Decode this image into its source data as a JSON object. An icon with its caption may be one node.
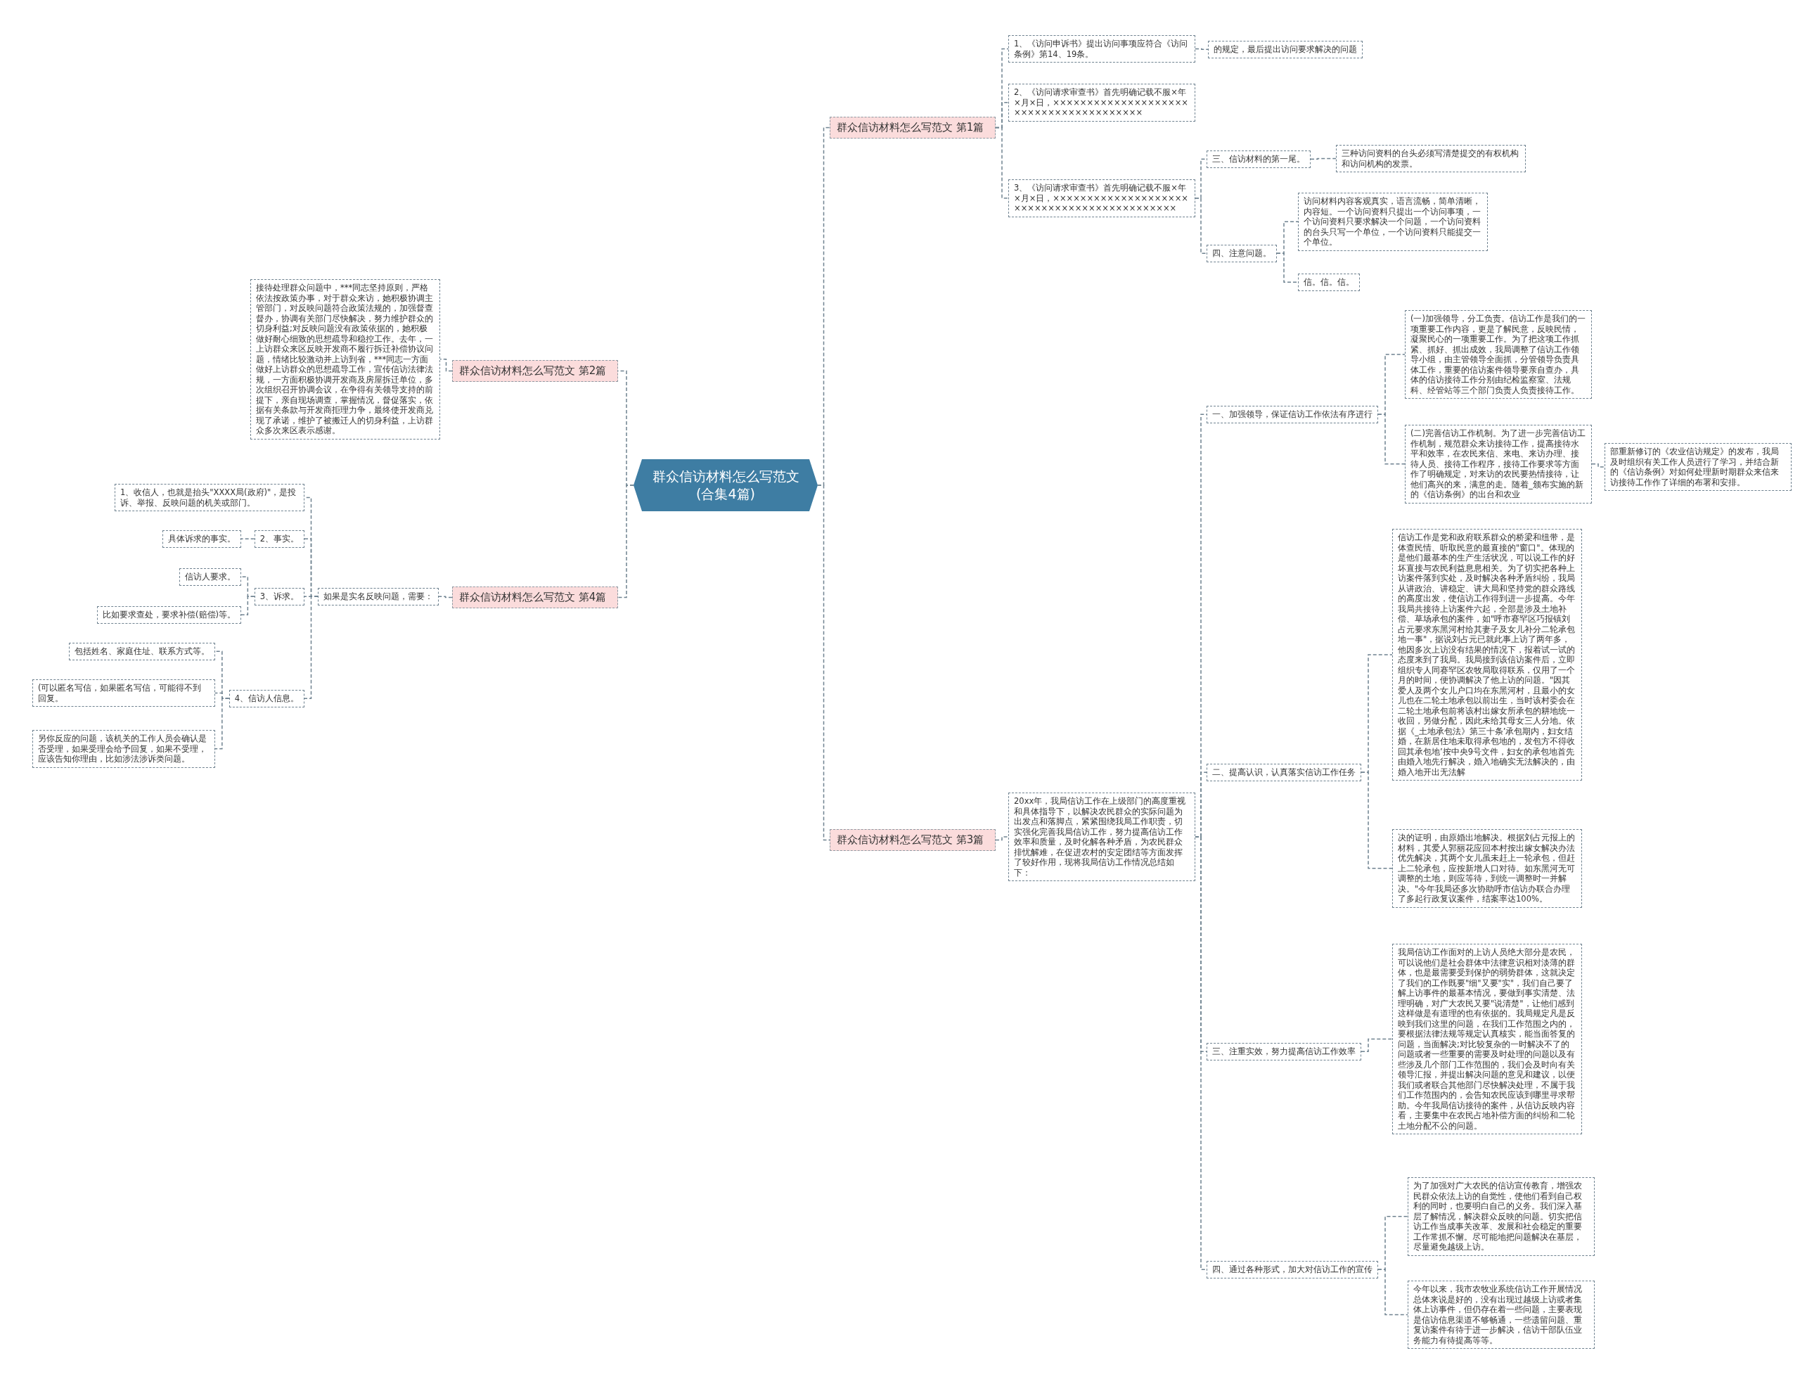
{
  "diagram": {
    "nodes": [
      {
        "text": [
          "群众信访材料怎么写范文(合集4篇)"
        ]
      },
      {
        "text": [
          "群众信访材料怎么写范文 第1篇"
        ]
      },
      {
        "text": [
          "1、《访问申诉书》提出访问事项应符合《访问条例》第14、19条。"
        ]
      },
      {
        "text": [
          "的规定，最后提出访问要求解决的问题"
        ]
      },
      {
        "text": [
          "2、《访问请求审查书》首先明确记载不服×年×月×日，×××××××××××××××××××××××××××××××××××××××"
        ]
      },
      {
        "text": [
          "3、《访问请求审查书》首先明确记载不服×年×月×日，××××××××××××××××××××××××××××××××××××××××××××"
        ]
      },
      {
        "text": [
          "三、信访材料的第一尾。"
        ]
      },
      {
        "text": [
          "三种访问资料的台头必须写清楚提交的有权机构和访问机构的发票。"
        ]
      },
      {
        "text": [
          "四、注意问题。"
        ]
      },
      {
        "text": [
          "访问材料内容客观真实，语言流畅，简单清晰，内容短。一个访问资料只提出一个访问事项，一个访问资料只要求解决一个问题，一个访问资料的台头只写一个单位，一个访问资料只能提交一个单位。"
        ]
      },
      {
        "text": [
          "信。信。信。"
        ]
      },
      {
        "text": [
          "群众信访材料怎么写范文 第2篇"
        ]
      },
      {
        "text": [
          "接待处理群众问题中，***同志坚持原则，严格依法按政策办事，对于群众来访，她积极协调主管部门，对反映问题符合政策法规的，加强督查督办，协调有关部门尽快解决，努力维护群众的切身利益;对反映问题没有政策依据的，她积极做好耐心细致的思想疏导和稳控工作。去年，一上访群众来区反映开发商不履行拆迁补偿协议问题，情绪比较激动并上访到省，***同志一方面做好上访群众的思想疏导工作，宣传信访法律法规，一方面积极协调开发商及房屋拆迁单位，多次组织召开协调会议，在争得有关领导支持的前提下，亲自现场调查，掌握情况，督促落实，依据有关条款与开发商拒理力争，最终使开发商兑现了承诺，维护了被搬迁人的切身利益，上访群众多次来区表示感谢。"
        ]
      },
      {
        "text": [
          "群众信访材料怎么写范文 第4篇"
        ]
      },
      {
        "text": [
          "如果是实名反映问题，需要："
        ]
      },
      {
        "text": [
          "1、收信人，也就是抬头\"XXXX局(政府)\"，是投诉、举报、反映问题的机关或部门。"
        ]
      },
      {
        "text": [
          "2、事实。"
        ]
      },
      {
        "text": [
          "具体诉求的事实。"
        ]
      },
      {
        "text": [
          "3、诉求。"
        ]
      },
      {
        "text": [
          "信访人要求。"
        ]
      },
      {
        "text": [
          "比如要求查处，要求补偿(赔偿)等。"
        ]
      },
      {
        "text": [
          "4、信访人信息。"
        ]
      },
      {
        "text": [
          "包括姓名、家庭住址、联系方式等。"
        ]
      },
      {
        "text": [
          "(可以匿名写信，如果匿名写信，可能得不到回复。"
        ]
      },
      {
        "text": [
          "另你反应的问题，该机关的工作人员会确认是否受理，如果受理会给予回复，如果不受理，应该告知你理由，比如涉法涉诉类问题。"
        ]
      },
      {
        "text": [
          "群众信访材料怎么写范文 第3篇"
        ]
      },
      {
        "text": [
          "20xx年，我局信访工作在上级部门的高度重视和具体指导下，以解决农民群众的实际问题为出发点和落脚点，紧紧围绕我局工作职责，切实强化完善我局信访工作，努力提高信访工作效率和质量，及时化解各种矛盾，为农民群众排忧解难，在促进农村的安定团结等方面发挥了较好作用，现将我局信访工作情况总结如下："
        ]
      },
      {
        "text": [
          "一、加强领导，保证信访工作依法有序进行"
        ]
      },
      {
        "text": [
          "(一)加强领导，分工负责。信访工作是我们的一项重要工作内容，更是了解民意，反映民情，凝聚民心的一项重要工作。为了把这项工作抓紧、抓好、抓出成效，我局调整了信访工作领导小组，由主管领导全面抓，分管领导负责具体工作，重要的信访案件领导要亲自查办，具体的信访接待工作分别由纪检监察室、法规科、经管站等三个部门负责人负责接待工作。"
        ]
      },
      {
        "text": [
          "(二)完善信访工作机制。为了进一步完善信访工作机制，规范群众来访接待工作，提高接待水平和效率，在农民来信、来电、来访办理、接待人员、接待工作程序，接待工作要求等方面作了明确规定，对来访的农民要热情接待，让他们高兴的来，满意的走。随着_颁布实施的新的《信访条例》的出台和农业"
        ]
      },
      {
        "text": [
          "部重新修订的《农业信访规定》的发布，我局及时组织有关工作人员进行了学习，并结合新的《信访条例》对如何处理新时期群众来信来访接待工作作了详细的布署和安排。"
        ]
      },
      {
        "text": [
          "二、提高认识，认真落实信访工作任务"
        ]
      },
      {
        "text": [
          "信访工作是党和政府联系群众的桥梁和纽带，是体查民情、听取民意的最直接的\"窗口\"。体现的是他们最基本的生产生活状况，可以说工作的好坏直接与农民利益息息相关。为了切实把各种上访案件落到实处，及时解决各种矛盾纠纷，我局从讲政治、讲稳定、讲大局和坚持党的群众路线的高度出发，使信访工作得到进一步提高。今年我局共接待上访案件六起，全部是涉及土地补偿、草场承包的案件，如\"呼市赛罕区巧报镇刘占元要求东黑河村给其妻子及女儿补分二轮承包地一事\"，据说刘占元已就此事上访了两年多，他因多次上访没有结果的情况下，报着试一试的态度来到了我局。我局接到该信访案件后，立即组织专人同赛罕区农牧局取得联系，仅用了一个月的时间，便协调解决了他上访的问题。\"因其爱人及两个女儿户口均在东黑河村，且最小的女儿也在二轮土地承包以前出生，当时该村委会在二轮土地承包前将该村出嫁女所承包的耕地统一收回，另做分配，因此未给其母女三人分地。依据《_土地承包法》第三十条’承包期内，妇女结婚，在新居住地未取得承包地的，发包方不得收回其承包地’按中央9号文件，妇女的承包地首先由婚入地先行解决，婚入地确实无法解决的，由婚入地开出无法解"
        ]
      },
      {
        "text": [
          "决的证明，由原婚出地解决。根据刘占元报上的材料，其爱人郭丽花应回本村按出嫁女解决办法优先解决，其两个女儿虽未赶上一轮承包，但赶上二轮承包，应按新增人口对待。如东黑河无可调整的土地，则应等待，到统一调整时一并解决。\"今年我局还多次协助呼市信访办联合办理了多起行政复议案件，结案率达100%。"
        ]
      },
      {
        "text": [
          "三、注重实效，努力提高信访工作效率"
        ]
      },
      {
        "text": [
          "我局信访工作面对的上访人员绝大部分是农民，可以说他们是社会群体中法律意识相对淡薄的群体，也是最需要受到保护的弱势群体，这就决定了我们的工作既要\"细\"又要\"实\"，我们自己要了解上访事件的最基本情况，要做到事实清楚、法理明确，对广大农民又要\"说清楚\"，让他们感到这样做是有道理的也有依据的。我局规定凡是反映到我们这里的问题，在我们工作范围之内的，要根据法律法规等规定认真核实，能当面答复的问题，当面解决;对比较复杂的一时解决不了的问题或者一些重要的需要及时处理的问题以及有些涉及几个部门工作范围的，我们会及时向有关领导汇报，并提出解决问题的意见和建议，以便我们或者联合其他部门尽快解决处理，不属于我们工作范围内的，会告知农民应该到哪里寻求帮助。今年我局信访接待的案件，从信访反映内容看，主要集中在农民占地补偿方面的纠纷和二轮土地分配不公的问题。"
        ]
      },
      {
        "text": [
          "四、通过各种形式，加大对信访工作的宣传"
        ]
      },
      {
        "text": [
          "为了加强对广大农民的信访宣传教育，增强农民群众依法上访的自觉性，使他们看到自己权利的同时，也要明白自己的义务。我们深入基层了解情况，解决群众反映的问题。切实把信访工作当成事关改革、发展和社会稳定的重要工作常抓不懈。尽可能地把问题解决在基层，尽量避免越级上访。"
        ]
      },
      {
        "text": [
          "今年以来，我市农牧业系统信访工作开展情况总体来说是好的，没有出现过越级上访或者集体上访事件，但仍存在着一些问题，主要表现是信访信息渠道不够畅通，一些遗留问题、重复访案件有待于进一步解决，信访干部队伍业务能力有待提高等等。"
        ]
      }
    ],
    "edges": [
      {
        "from": 0,
        "to": 1,
        "arrow": "none"
      },
      {
        "from": 1,
        "to": 2,
        "arrow": "none"
      },
      {
        "from": 2,
        "to": 3,
        "arrow": "none"
      },
      {
        "from": 1,
        "to": 4,
        "arrow": "none"
      },
      {
        "from": 1,
        "to": 5,
        "arrow": "none"
      },
      {
        "from": 5,
        "to": 6,
        "arrow": "none"
      },
      {
        "from": 6,
        "to": 7,
        "arrow": "none"
      },
      {
        "from": 5,
        "to": 8,
        "arrow": "none"
      },
      {
        "from": 8,
        "to": 9,
        "arrow": "none"
      },
      {
        "from": 8,
        "to": 10,
        "arrow": "none"
      },
      {
        "from": 0,
        "to": 11,
        "arrow": "none"
      },
      {
        "from": 11,
        "to": 12,
        "arrow": "none"
      },
      {
        "from": 0,
        "to": 13,
        "arrow": "none"
      },
      {
        "from": 13,
        "to": 14,
        "arrow": "none"
      },
      {
        "from": 14,
        "to": 15,
        "arrow": "none"
      },
      {
        "from": 14,
        "to": 16,
        "arrow": "none"
      },
      {
        "from": 16,
        "to": 17,
        "arrow": "none"
      },
      {
        "from": 14,
        "to": 18,
        "arrow": "none"
      },
      {
        "from": 18,
        "to": 19,
        "arrow": "none"
      },
      {
        "from": 18,
        "to": 20,
        "arrow": "none"
      },
      {
        "from": 14,
        "to": 21,
        "arrow": "none"
      },
      {
        "from": 21,
        "to": 22,
        "arrow": "none"
      },
      {
        "from": 21,
        "to": 23,
        "arrow": "none"
      },
      {
        "from": 21,
        "to": 24,
        "arrow": "none"
      },
      {
        "from": 0,
        "to": 25,
        "arrow": "none"
      },
      {
        "from": 25,
        "to": 26,
        "arrow": "none"
      },
      {
        "from": 26,
        "to": 27,
        "arrow": "none"
      },
      {
        "from": 27,
        "to": 28,
        "arrow": "none"
      },
      {
        "from": 27,
        "to": 29,
        "arrow": "none"
      },
      {
        "from": 29,
        "to": 30,
        "arrow": "none"
      },
      {
        "from": 26,
        "to": 31,
        "arrow": "none"
      },
      {
        "from": 31,
        "to": 32,
        "arrow": "none"
      },
      {
        "from": 31,
        "to": 33,
        "arrow": "none"
      },
      {
        "from": 26,
        "to": 34,
        "arrow": "none"
      },
      {
        "from": 34,
        "to": 35,
        "arrow": "none"
      },
      {
        "from": 26,
        "to": 36,
        "arrow": "none"
      },
      {
        "from": 36,
        "to": 37,
        "arrow": "none"
      },
      {
        "from": 36,
        "to": 38,
        "arrow": "none"
      }
    ]
  }
}
